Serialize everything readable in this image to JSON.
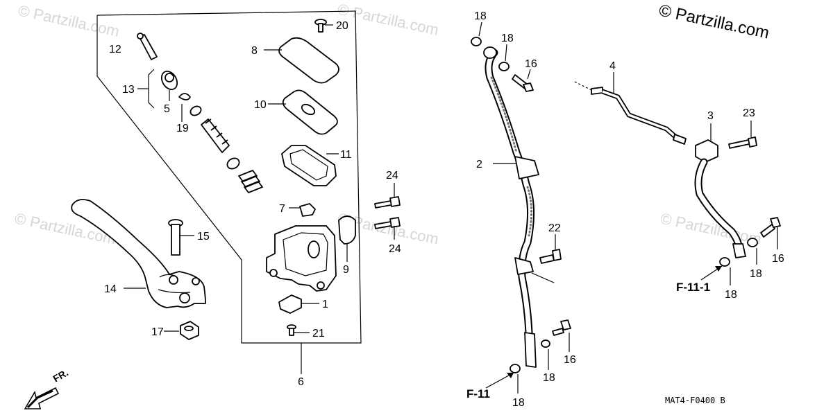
{
  "watermark_text": "© Partzilla.com",
  "brand_text": "© Partzilla.com",
  "diagram_code": "MAT4-F0400 B",
  "direction_label": "FR.",
  "refs": {
    "f11": "F-11",
    "f111": "F-11-1"
  },
  "callouts": {
    "c1": "1",
    "c2": "2",
    "c3": "3",
    "c4": "4",
    "c5": "5",
    "c6": "6",
    "c7": "7",
    "c8": "8",
    "c9": "9",
    "c10": "10",
    "c11": "11",
    "c12": "12",
    "c13": "13",
    "c14": "14",
    "c15": "15",
    "c16a": "16",
    "c16b": "16",
    "c16c": "16",
    "c17": "17",
    "c18a": "18",
    "c18b": "18",
    "c18c": "18",
    "c18d": "18",
    "c18e": "18",
    "c18f": "18",
    "c19": "19",
    "c20": "20",
    "c21": "21",
    "c22": "22",
    "c23": "23",
    "c24a": "24",
    "c24b": "24"
  }
}
